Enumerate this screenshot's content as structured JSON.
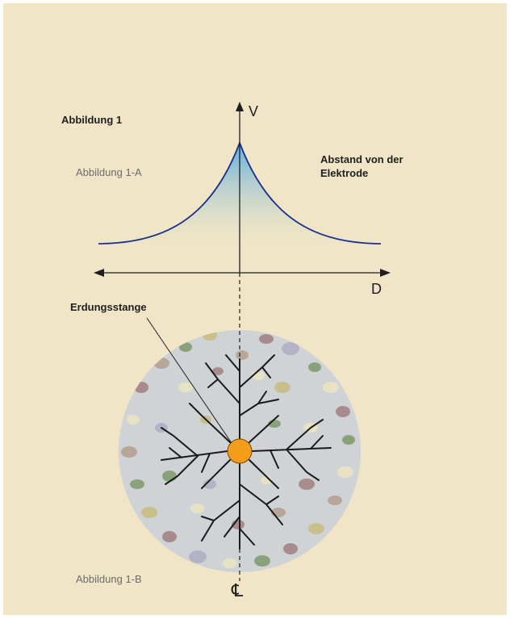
{
  "figure": {
    "title": "Abbildung 1",
    "part_a_label": "Abbildung 1-A",
    "part_b_label": "Abbildung 1-B",
    "distance_label": "Abstand von der Elektrode",
    "rod_label": "Erdungsstange",
    "v_axis_label": "V",
    "d_axis_label": "D",
    "centerline_symbol": "℄"
  },
  "colors": {
    "background": "#f0e5c6",
    "curve": "#1d2f8a",
    "fill_top": "#4aa8e2",
    "rod": "#f59c1a",
    "soil": "#cfd3d6",
    "roots": "#1a1a1a"
  },
  "icons": [
    "arrow-up-icon",
    "arrow-left-icon",
    "arrow-right-icon",
    "centerline-icon"
  ]
}
